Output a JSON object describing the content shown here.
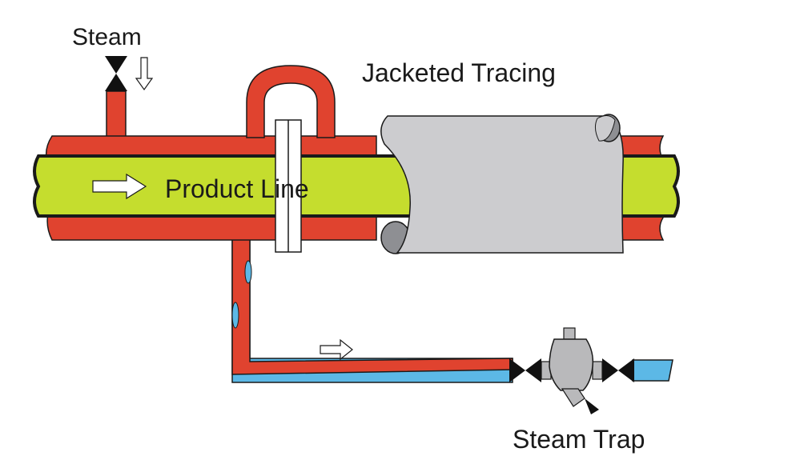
{
  "labels": {
    "steam": "Steam",
    "jacketed_tracing": "Jacketed Tracing",
    "product_line": "Product Line",
    "steam_trap": "Steam Trap"
  },
  "colors": {
    "steam_red": "#e0432f",
    "product_green": "#c5dd2e",
    "condensate_blue": "#5cb8e6",
    "jacket_gray": "#cccccf",
    "jacket_shadow": "#8e8f93",
    "outline": "#1a1a1a",
    "valve_black": "#111111",
    "trap_gray": "#b9b9bb"
  },
  "icons": [
    "flow-arrow-icon",
    "gate-valve-icon",
    "steam-trap-icon"
  ]
}
